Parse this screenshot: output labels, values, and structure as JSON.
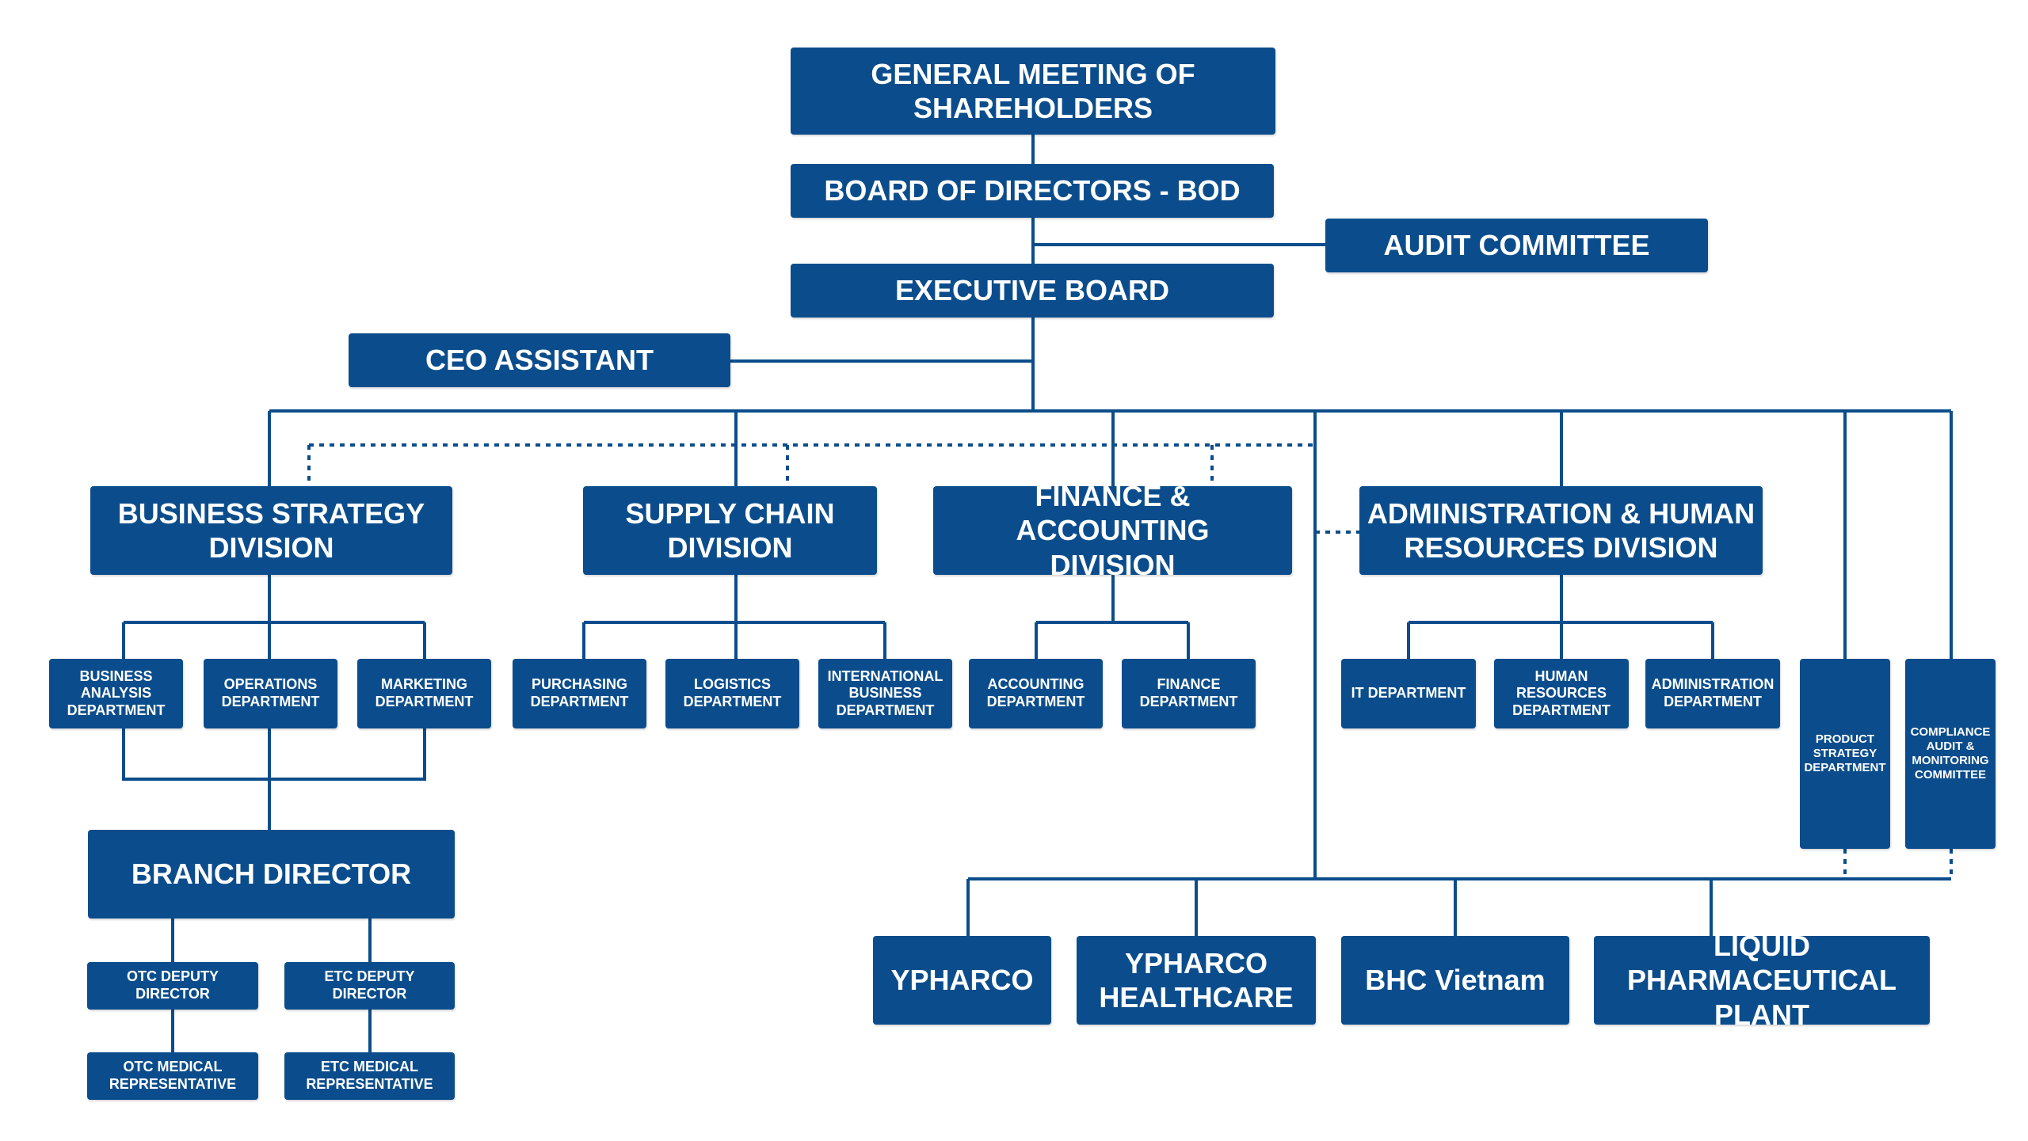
{
  "colors": {
    "box_fill": "#0b4d8c",
    "connector": "#0b4d8c",
    "text": "#ffffff",
    "background": "#ffffff"
  },
  "nodes": {
    "general_meeting": "GENERAL MEETING OF\nSHAREHOLDERS",
    "board_of_directors": "BOARD OF DIRECTORS - BOD",
    "audit_committee": "AUDIT COMMITTEE",
    "executive_board": "EXECUTIVE BOARD",
    "ceo_assistant": "CEO ASSISTANT",
    "business_strategy_division": "BUSINESS STRATEGY\nDIVISION",
    "supply_chain_division": "SUPPLY CHAIN\nDIVISION",
    "finance_accounting_division": "FINANCE & ACCOUNTING\nDIVISION",
    "admin_hr_division": "ADMINISTRATION & HUMAN\nRESOURCES DIVISION",
    "business_analysis_department": "BUSINESS\nANALYSIS\nDEPARTMENT",
    "operations_department": "OPERATIONS\nDEPARTMENT",
    "marketing_department": "MARKETING\nDEPARTMENT",
    "purchasing_department": "PURCHASING\nDEPARTMENT",
    "logistics_department": "LOGISTICS\nDEPARTMENT",
    "international_business_department": "INTERNATIONAL\nBUSINESS\nDEPARTMENT",
    "accounting_department": "ACCOUNTING\nDEPARTMENT",
    "finance_department": "FINANCE\nDEPARTMENT",
    "it_department": "IT DEPARTMENT",
    "human_resources_department": "HUMAN\nRESOURCES\nDEPARTMENT",
    "administration_department": "ADMINISTRATION\nDEPARTMENT",
    "product_strategy_department": "PRODUCT\nSTRATEGY\nDEPARTMENT",
    "compliance_committee": "COMPLIANCE\nAUDIT &\nMONITORING\nCOMMITTEE",
    "branch_director": "BRANCH DIRECTOR",
    "otc_deputy_director": "OTC DEPUTY DIRECTOR",
    "etc_deputy_director": "ETC DEPUTY DIRECTOR",
    "otc_medical_representative": "OTC MEDICAL\nREPRESENTATIVE",
    "etc_medical_representative": "ETC MEDICAL\nREPRESENTATIVE",
    "ypharco": "YPHARCO",
    "ypharco_healthcare": "YPHARCO\nHEALTHCARE",
    "bhc_vietnam": "BHC Vietnam",
    "liquid_pharmaceutical_plant": "LIQUID PHARMACEUTICAL\nPLANT"
  }
}
